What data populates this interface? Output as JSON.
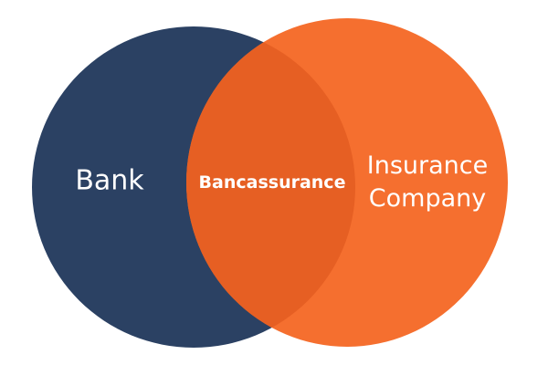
{
  "diagram": {
    "title": "Bancassurance Venn diagram",
    "sets": [
      {
        "label": "Bank",
        "color": "#2b4163"
      },
      {
        "label_line1": "Insurance",
        "label_line2": "Company",
        "color": "#f56f2f"
      }
    ],
    "intersection": {
      "label": "Bancassurance",
      "color": "#e65f23"
    }
  }
}
